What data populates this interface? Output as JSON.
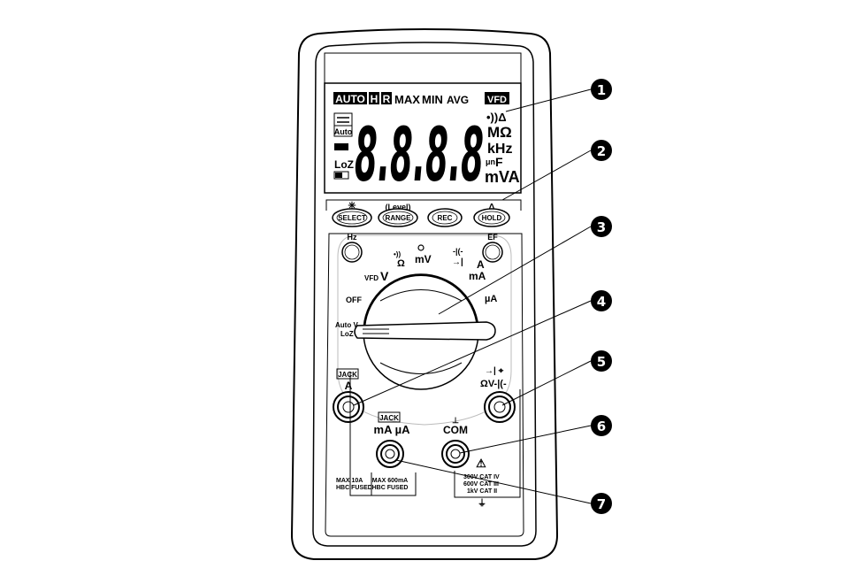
{
  "display": {
    "indicators": {
      "auto": "AUTO",
      "hold": "H",
      "rel": "R",
      "max": "MAX",
      "min": "MIN",
      "avg": "AVG",
      "vfd": "VFD"
    },
    "digits": "8.8.8.8",
    "auto_small": "Auto",
    "loz": "LoZ",
    "units": {
      "continuity_delta": "•))Δ",
      "mohm": "MΩ",
      "khz": "kHz",
      "nf": "F",
      "nf_prefix": "μn",
      "mva": "mVA"
    }
  },
  "button_strip": {
    "backlight_symbol": "✳",
    "level_label": "(Level)",
    "rel_symbol": "Δ"
  },
  "buttons": {
    "select": "SELECT",
    "range": "RANGE",
    "rec": "REC",
    "hold": "HOLD"
  },
  "dial": {
    "hz_button": "Hz",
    "ef_button": "EF",
    "vfd_v": "V",
    "vfd_tag": "VFD",
    "ohm": "Ω",
    "continuity": "•))",
    "mv": "mV",
    "cap": "-|(-",
    "diode": "→|",
    "a_ma": "A",
    "ma": "mA",
    "ua": "µA",
    "off": "OFF",
    "auto_v": "Auto V",
    "loz": "LoZ"
  },
  "terminals": {
    "a_jack_tag": "JACK",
    "a_label": "A",
    "ma_ua_jack_tag": "JACK",
    "ma_ua_label": "mA µA",
    "com_label": "COM",
    "vohm_symbols": "→|  ⌖",
    "vohm_label": "ΩV-|(-",
    "warn_symbol": "⚠",
    "max_10a": "MAX 10A",
    "hbc_fused_1": "HBC FUSED",
    "max_600ma": "MAX 600mA",
    "hbc_fused_2": "HBC FUSED",
    "cat1": "300V CAT IV",
    "cat2": "600V CAT III",
    "cat3": "1kV CAT II"
  },
  "callouts": [
    "1",
    "2",
    "3",
    "4",
    "5",
    "6",
    "7"
  ]
}
